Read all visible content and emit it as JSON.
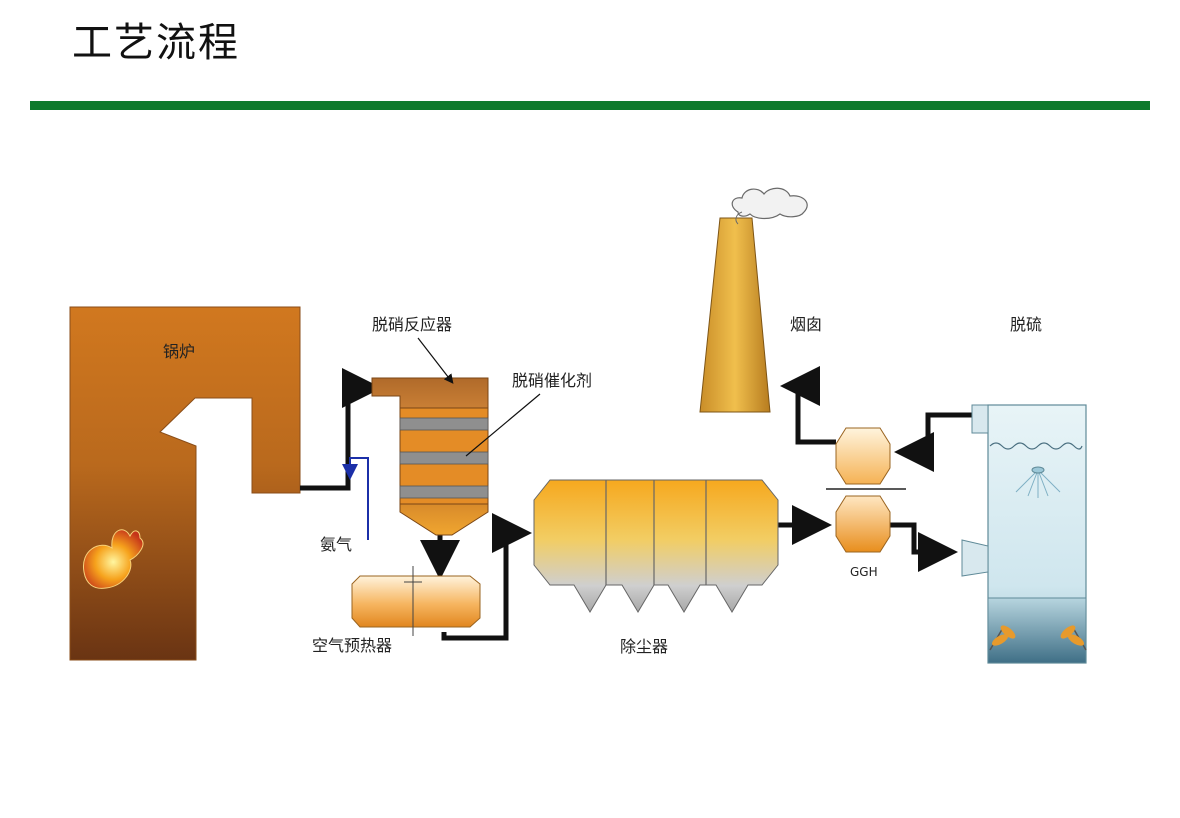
{
  "page": {
    "title": "工艺流程"
  },
  "labels": {
    "boiler": "锅炉",
    "reactor": "脱硝反应器",
    "catalyst": "脱硝催化剂",
    "ammonia": "氨气",
    "air_preheater": "空气预热器",
    "dust_collector": "除尘器",
    "chimney": "烟囱",
    "ggh": "GGH",
    "desulfurization": "脱硫"
  },
  "colors": {
    "accent_rule": "#0e7a2c",
    "flow_line": "#111111",
    "ammonia_line": "#1b2fa8"
  }
}
